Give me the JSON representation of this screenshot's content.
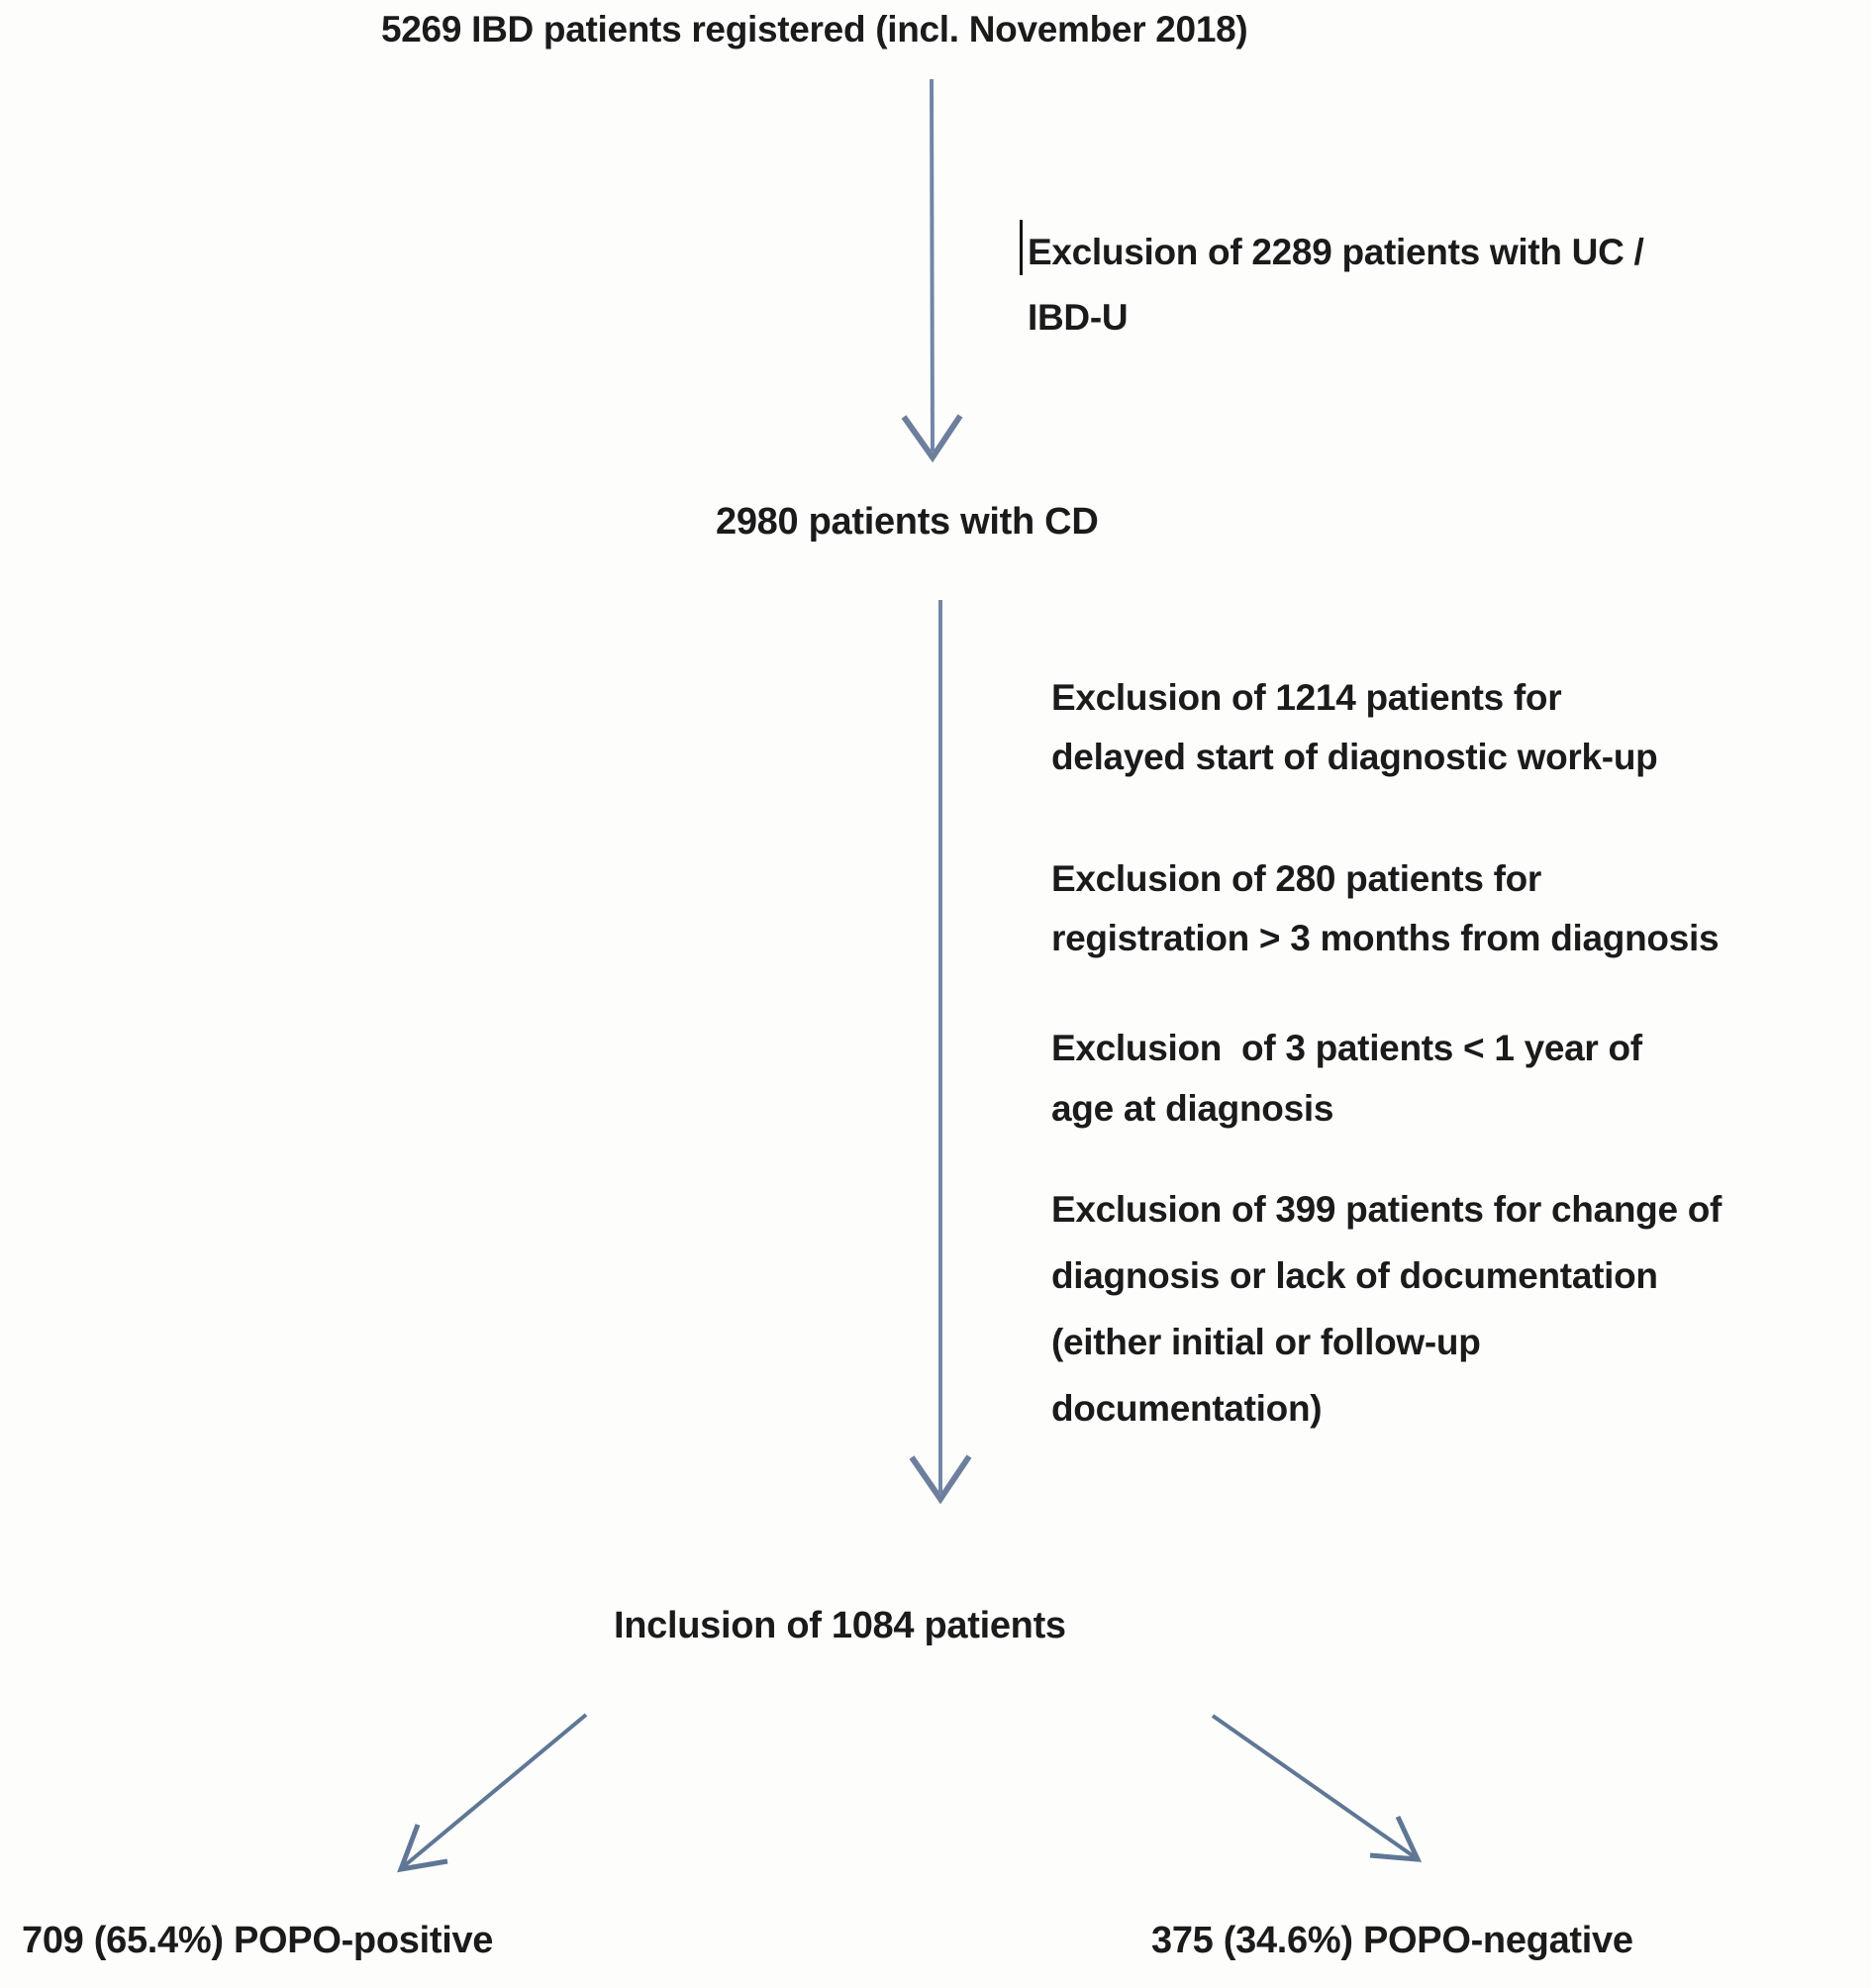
{
  "figure": {
    "nodes": {
      "registered": "5269 IBD patients registered (incl. November 2018)",
      "cd": "2980 patients with CD",
      "included": "Inclusion of 1084 patients",
      "popo_positive": "709 (65.4%) POPO-positive",
      "popo_negative": "375 (34.6%) POPO-negative"
    },
    "exclusions": [
      {
        "text": "Exclusion of 2289 patients with UC /\nIBD-U"
      },
      {
        "text": "Exclusion of 1214 patients for\ndelayed start of diagnostic work-up"
      },
      {
        "text": "Exclusion of 280 patients for\nregistration > 3 months from diagnosis"
      },
      {
        "text": "Exclusion  of 3 patients < 1 year of\nage at diagnosis"
      },
      {
        "text": "Exclusion of 399 patients for change of\ndiagnosis or lack of documentation\n(either initial or follow-up\ndocumentation)"
      }
    ],
    "colors": {
      "background": "#fdfdfc",
      "text": "#1b1b1b",
      "arrow": "#7286a5",
      "arrowhead": "#6d7f9c",
      "diagonal_arrow": "#5f7795"
    }
  }
}
